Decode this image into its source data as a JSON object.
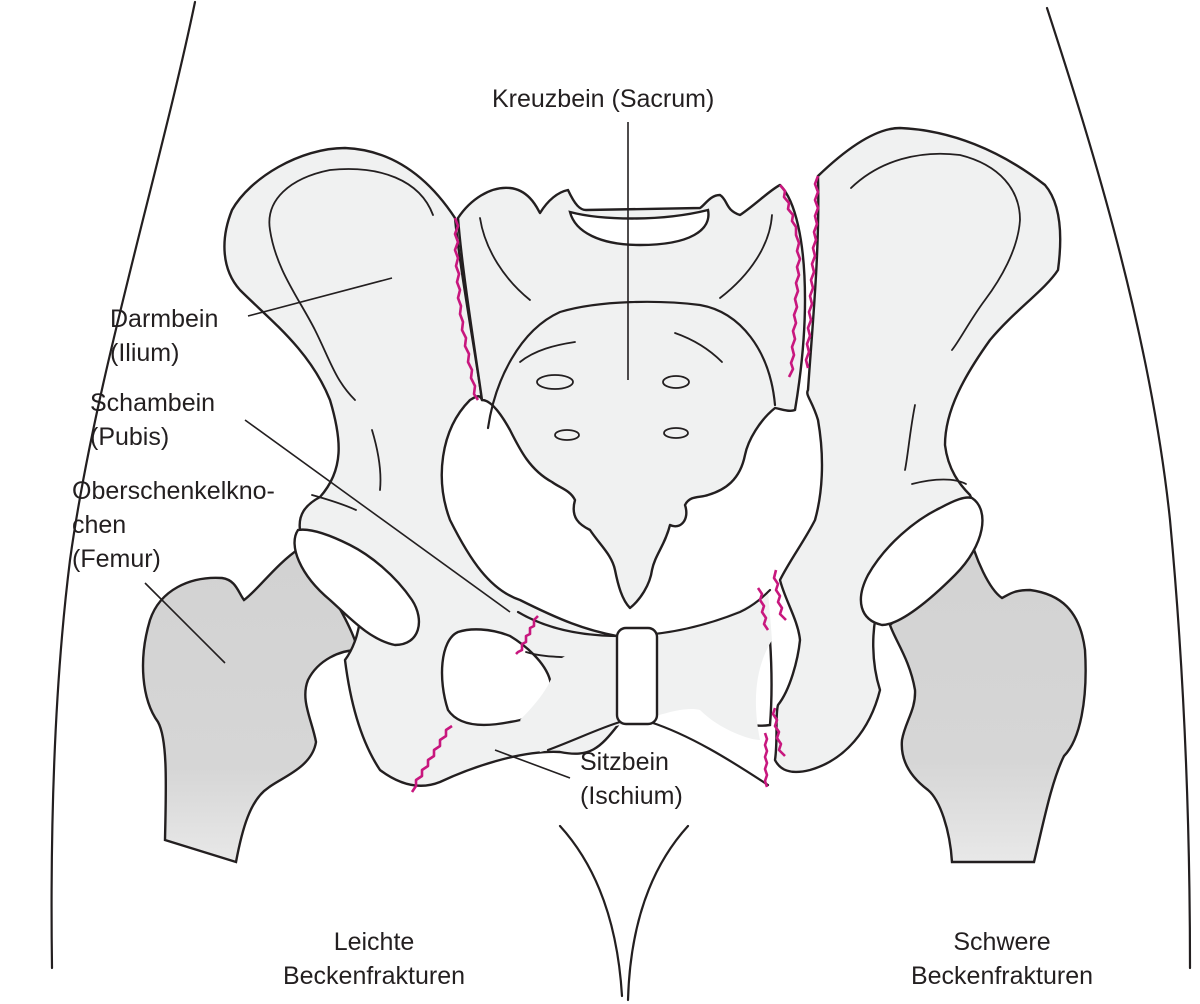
{
  "diagram": {
    "subject": "Becken (Pelvis) mit Frakturlinien",
    "colors": {
      "bone_fill": "#f0f1f1",
      "femur_fill": "#d4d4d4",
      "outline": "#231f20",
      "fracture_line": "#c8177e",
      "background": "#ffffff"
    }
  },
  "labels": {
    "sacrum": {
      "line1": "Kreuzbein (Sacrum)"
    },
    "ilium": {
      "line1": "Darmbein",
      "line2": "(Ilium)"
    },
    "pubis": {
      "line1": "Schambein",
      "line2": "(Pubis)"
    },
    "femur": {
      "line1": "Oberschenkelkno-",
      "line2": "chen",
      "line3": "(Femur)"
    },
    "ischium": {
      "line1": "Sitzbein",
      "line2": "(Ischium)"
    }
  },
  "captions": {
    "left": {
      "line1": "Leichte",
      "line2": "Beckenfrakturen"
    },
    "right": {
      "line1": "Schwere",
      "line2": "Beckenfrakturen"
    }
  }
}
